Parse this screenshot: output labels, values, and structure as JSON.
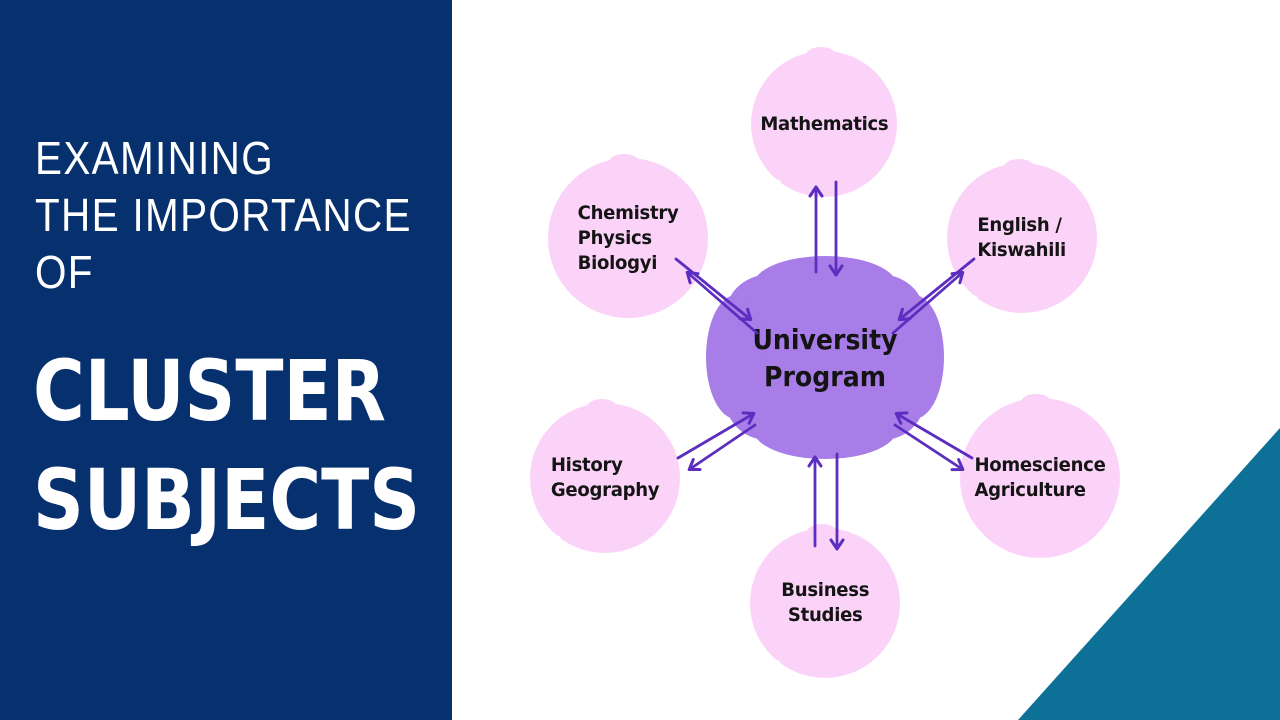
{
  "colors": {
    "navy": "#07306F",
    "panel-text": "#FFFFFF",
    "pink": "#FBD3F8",
    "purple": "#A87DE7",
    "arrow": "#5C2EC0",
    "teal": "#0C7097",
    "ink": "#141414"
  },
  "left_panel": {
    "subtitle_lines": [
      "EXAMINING",
      "THE IMPORTANCE",
      "OF"
    ],
    "title_lines": [
      "CLUSTER",
      "SUBJECTS"
    ]
  },
  "diagram": {
    "center": {
      "lines": [
        "University",
        "Program"
      ]
    },
    "nodes": [
      {
        "id": "mathematics",
        "lines": [
          "Mathematics"
        ]
      },
      {
        "id": "chemistry-physics-biology",
        "lines": [
          "Chemistry",
          "Physics",
          "Biologyi"
        ]
      },
      {
        "id": "english-kiswahili",
        "lines": [
          "English /",
          "Kiswahili"
        ]
      },
      {
        "id": "history-geography",
        "lines": [
          "History",
          "Geography"
        ]
      },
      {
        "id": "homescience-agriculture",
        "lines": [
          "Homescience",
          "Agriculture"
        ]
      },
      {
        "id": "business-studies",
        "lines": [
          "Business",
          "Studies"
        ]
      }
    ]
  }
}
